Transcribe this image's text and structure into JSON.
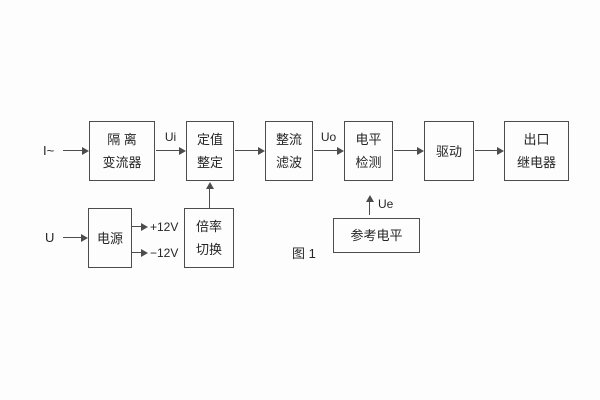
{
  "figure": {
    "caption": "图 1",
    "background": "#fdfdfd",
    "line_color": "#4c4c4c",
    "text_color": "#262626"
  },
  "blocks": [
    {
      "id": "isolation-transformer",
      "lines": [
        "隔 离",
        "变流器"
      ]
    },
    {
      "id": "setpoint-setting",
      "lines": [
        "定值",
        "整定"
      ]
    },
    {
      "id": "rectifier-filter",
      "lines": [
        "整流",
        "滤波"
      ]
    },
    {
      "id": "level-detector",
      "lines": [
        "电平",
        "检测"
      ]
    },
    {
      "id": "driver",
      "lines": [
        "驱动"
      ]
    },
    {
      "id": "output-relay",
      "lines": [
        "出口",
        "继电器"
      ]
    },
    {
      "id": "power-supply",
      "lines": [
        "电源"
      ]
    },
    {
      "id": "ratio-switch",
      "lines": [
        "倍率",
        "切换"
      ]
    },
    {
      "id": "reference-level",
      "lines": [
        "参考电平"
      ]
    }
  ],
  "signals": {
    "input_current": "I~",
    "input_voltage": "U",
    "ui": "Ui",
    "uo": "Uo",
    "ue": "Ue",
    "plus_12v": "+12V",
    "minus_12v": "−12V"
  }
}
